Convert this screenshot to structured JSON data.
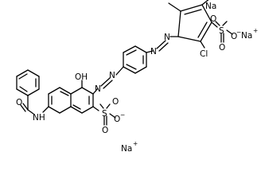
{
  "molecule": {
    "atom_labels": {
      "na_ring": "Na",
      "na_ion_top": "Na",
      "na_ion_top_charge": "+",
      "na_ion_bottom": "Na",
      "na_ion_bottom_charge": "+",
      "chloro": "Cl",
      "sulfonyl_upper_s": "S",
      "sulfonyl_upper_o1": "O",
      "sulfonyl_upper_o2": "O",
      "sulfonyl_upper_o_minus": "O",
      "sulfonyl_upper_charge": "−",
      "azo_upper_n1": "N",
      "azo_upper_n2": "N",
      "azo_lower_n1": "N",
      "azo_lower_n2": "N",
      "hydroxyl": "OH",
      "sulfonyl_lower_s": "S",
      "sulfonyl_lower_o1": "O",
      "sulfonyl_lower_o2": "O",
      "sulfonyl_lower_o_minus": "O",
      "sulfonyl_lower_charge": "−",
      "carbonyl_o": "O",
      "amide_nh": "NH"
    }
  }
}
